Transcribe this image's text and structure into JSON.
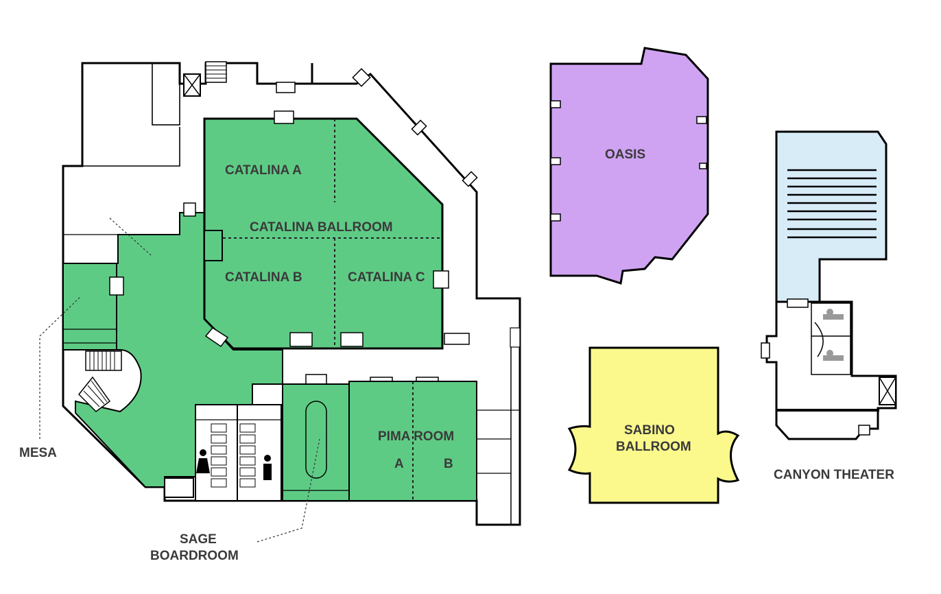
{
  "map": {
    "colors": {
      "catalina": "#5ecb85",
      "oasis": "#cfa3f2",
      "sabino": "#fbf98c",
      "canyon": "#d8ecf8"
    },
    "labels": {
      "catalina_a": "CATALINA A",
      "catalina_ballroom": "CATALINA BALLROOM",
      "catalina_b": "CATALINA B",
      "catalina_c": "CATALINA C",
      "pima_room": "PIMA ROOM",
      "pima_a": "A",
      "pima_b": "B",
      "mesa": "MESA",
      "sage_line1": "SAGE",
      "sage_line2": "BOARDROOM",
      "oasis": "OASIS",
      "sabino_line1": "SABINO",
      "sabino_line2": "BALLROOM",
      "canyon_theater": "CANYON THEATER"
    },
    "icons": [
      "restroom-women-icon",
      "restroom-men-icon",
      "elevator-icon",
      "stairs-icon",
      "door-icon"
    ]
  }
}
